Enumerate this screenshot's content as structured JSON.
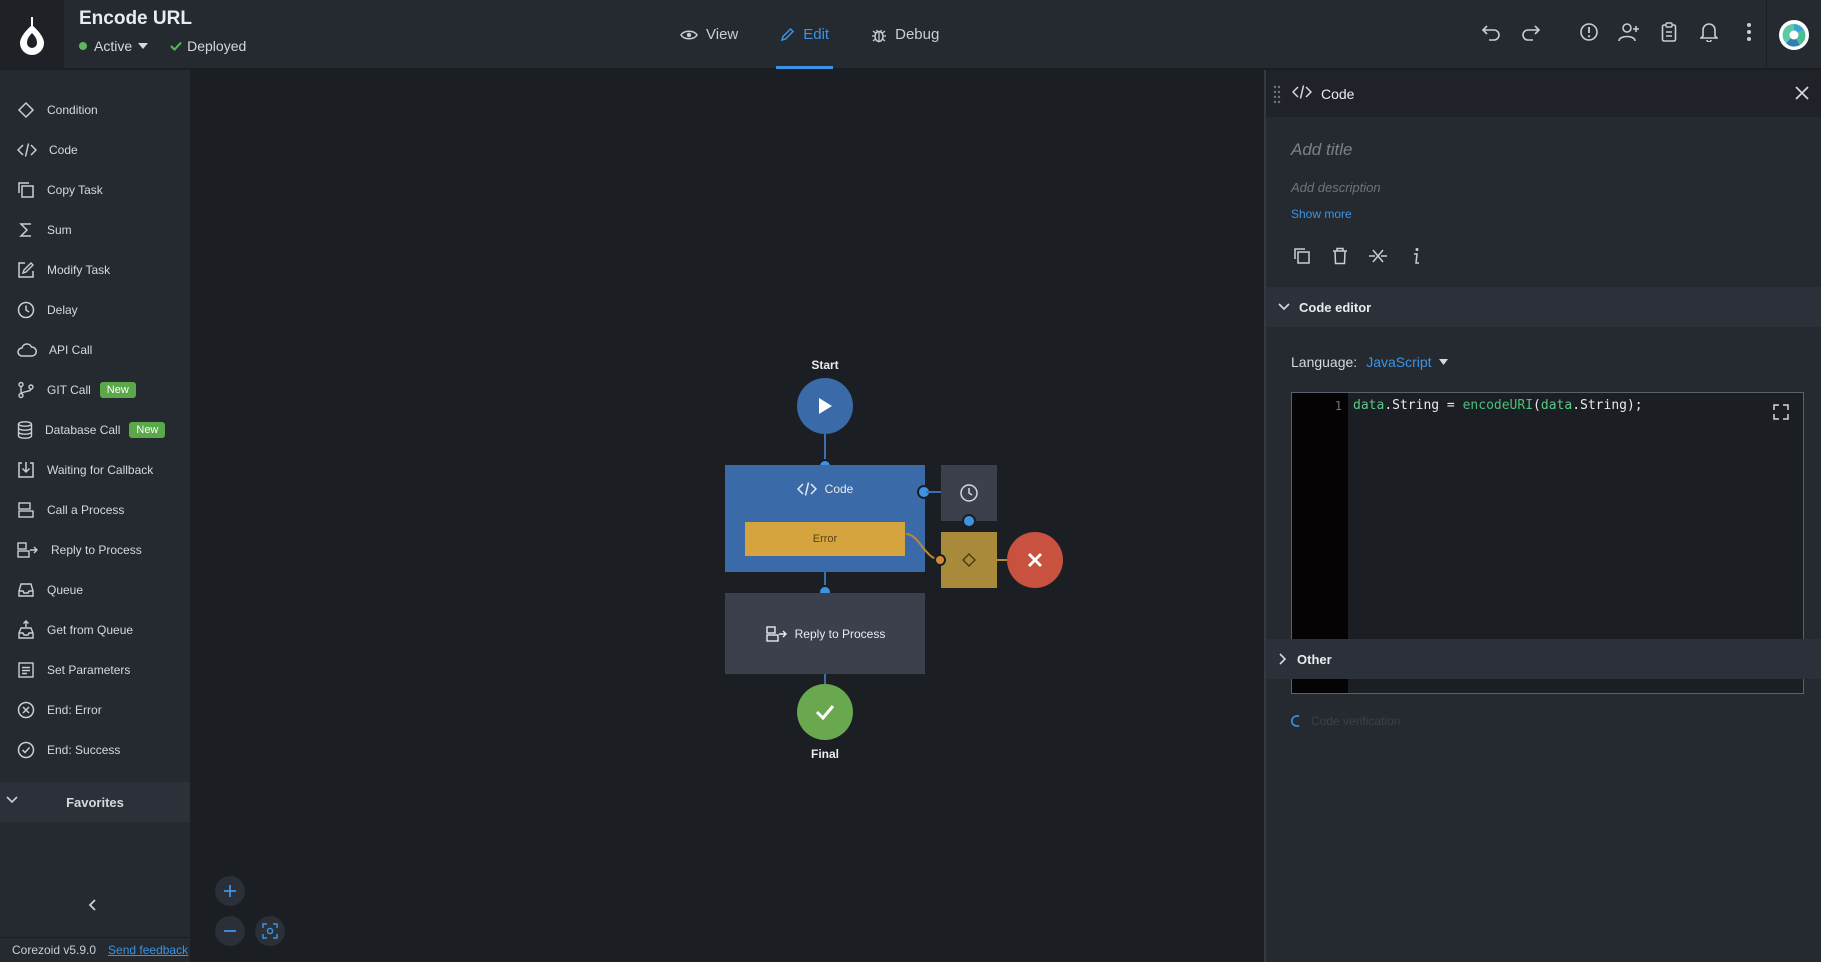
{
  "header": {
    "title": "Encode URL",
    "status": "Active",
    "deploy_status": "Deployed"
  },
  "modes": [
    {
      "label": "View",
      "icon": "eye-icon"
    },
    {
      "label": "Edit",
      "icon": "pencil-icon",
      "active": true
    },
    {
      "label": "Debug",
      "icon": "bug-icon"
    }
  ],
  "sidebar": {
    "items": [
      {
        "label": "Condition",
        "icon": "diamond-icon"
      },
      {
        "label": "Code",
        "icon": "code-icon"
      },
      {
        "label": "Copy Task",
        "icon": "copy-icon"
      },
      {
        "label": "Sum",
        "icon": "sigma-icon"
      },
      {
        "label": "Modify Task",
        "icon": "edit-square-icon"
      },
      {
        "label": "Delay",
        "icon": "clock-icon"
      },
      {
        "label": "API Call",
        "icon": "cloud-icon"
      },
      {
        "label": "GIT Call",
        "icon": "git-icon",
        "badge": "New"
      },
      {
        "label": "Database Call",
        "icon": "database-icon",
        "badge": "New"
      },
      {
        "label": "Waiting for Callback",
        "icon": "download-box-icon"
      },
      {
        "label": "Call a Process",
        "icon": "call-process-icon"
      },
      {
        "label": "Reply to Process",
        "icon": "reply-process-icon"
      },
      {
        "label": "Queue",
        "icon": "inbox-icon"
      },
      {
        "label": "Get from Queue",
        "icon": "inbox-up-icon"
      },
      {
        "label": "Set Parameters",
        "icon": "list-box-icon"
      },
      {
        "label": "End: Error",
        "icon": "x-circle-icon"
      },
      {
        "label": "End: Success",
        "icon": "check-circle-icon"
      }
    ],
    "favorites_label": "Favorites",
    "version": "Corezoid v5.9.0",
    "feedback_link": "Send feedback"
  },
  "canvas": {
    "start_label": "Start",
    "final_label": "Final",
    "code_node_label": "Code",
    "error_label": "Error",
    "reply_node_label": "Reply to Process"
  },
  "panel": {
    "title": "Code",
    "title_placeholder": "Add title",
    "description_placeholder": "Add description",
    "show_more": "Show more",
    "code_editor_section": "Code editor",
    "language_label": "Language:",
    "language_value": "JavaScript",
    "code_line_number": "1",
    "code_verification": "Code verification",
    "other_section": "Other"
  },
  "code": {
    "t1": "data",
    "t2": ".String = ",
    "t3": "encodeURI",
    "t4": "(",
    "t5": "data",
    "t6": ".String);"
  },
  "colors": {
    "accent": "#3b94e3",
    "node_blue": "#3a6aa8",
    "error": "#d5a43e",
    "success": "#6aa84f",
    "danger": "#c9513f"
  }
}
